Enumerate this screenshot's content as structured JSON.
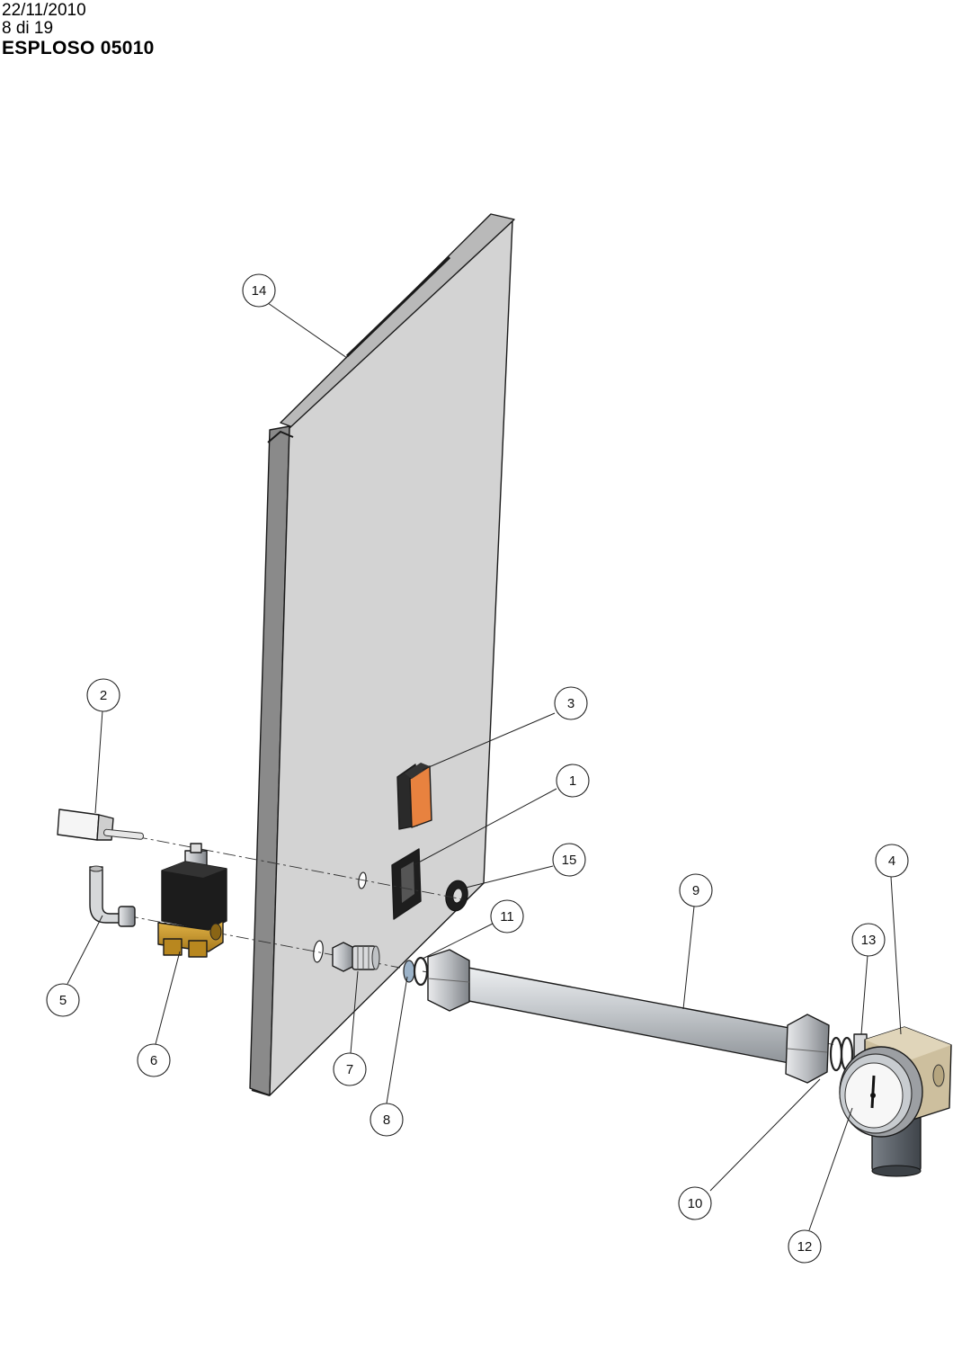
{
  "header": {
    "date": "22/11/2010",
    "page": "8 di 19",
    "title": "ESPLOSO 05010"
  },
  "callouts": [
    "1",
    "2",
    "3",
    "4",
    "5",
    "6",
    "7",
    "8",
    "9",
    "10",
    "11",
    "12",
    "13",
    "14",
    "15"
  ],
  "colors": {
    "panel": "#d2d2d2",
    "panel_edge": "#9c9c9c",
    "switch_orange": "#e8823f",
    "brass": "#c9962c",
    "coil_black": "#1c1c1c",
    "pipe": "#bfc3c8",
    "gauge_body": "#cdbf9e",
    "gauge_foot": "#5b6066"
  }
}
